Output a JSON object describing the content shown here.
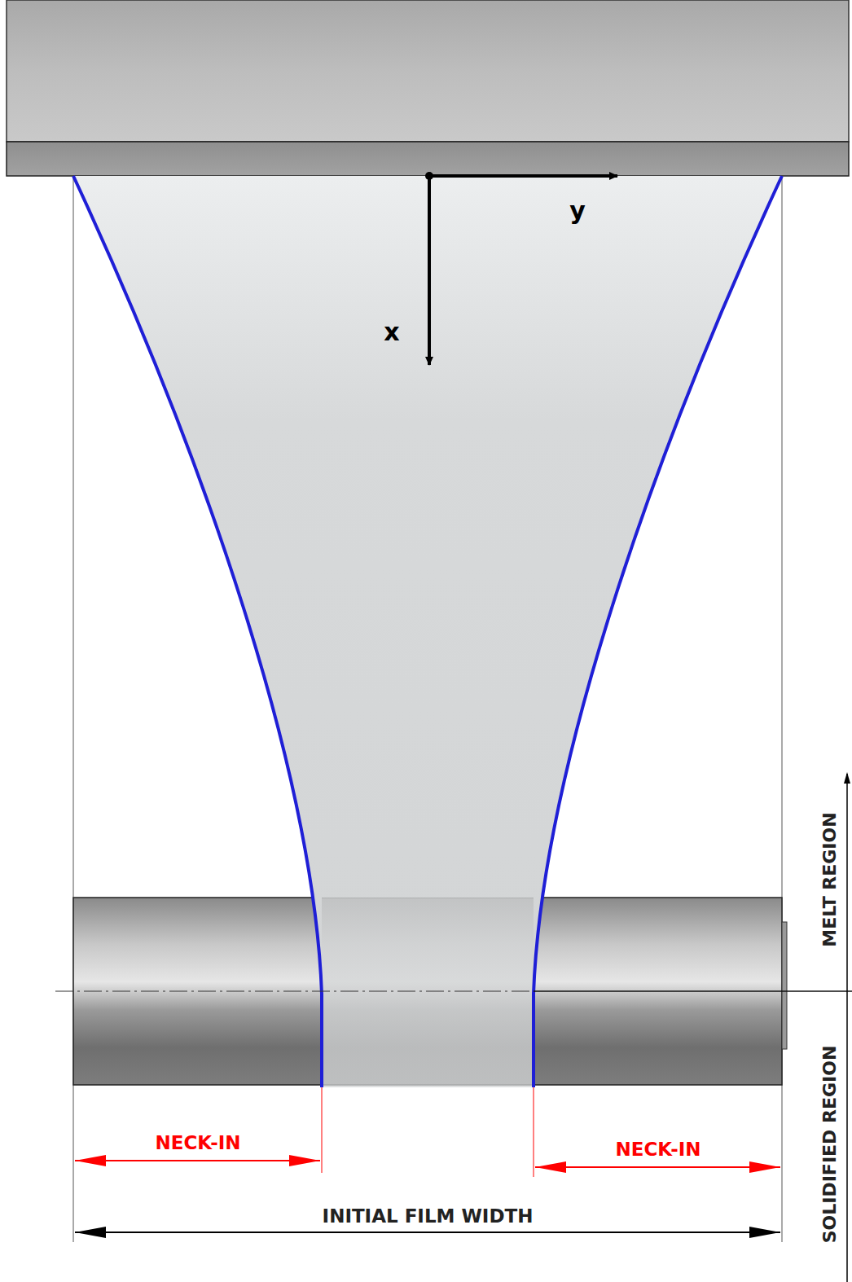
{
  "diagram": {
    "labels": [
      "y",
      "x",
      "MELT REGION",
      "SOLIDIFIED REGION",
      "NECK-IN",
      "NECK-IN",
      "INITIAL FILM WIDTH"
    ]
  }
}
